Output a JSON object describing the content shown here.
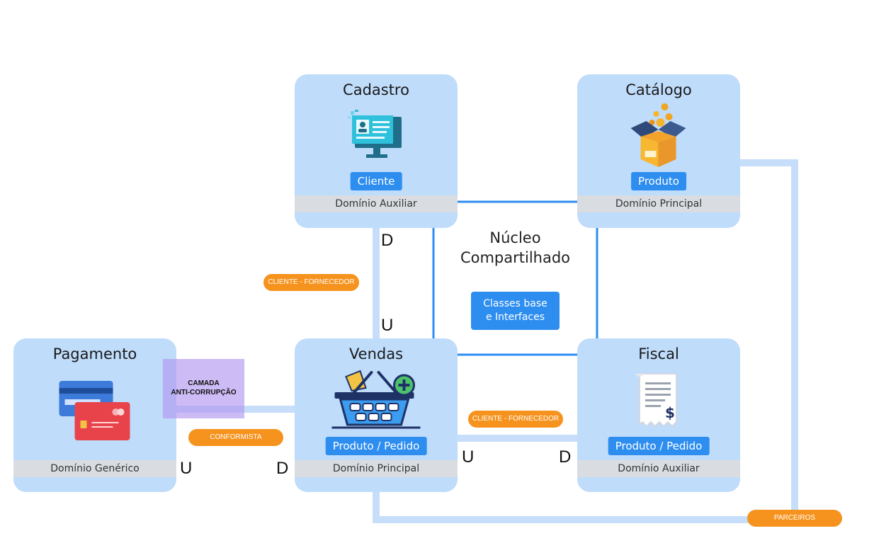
{
  "contexts": {
    "cadastro": {
      "title": "Cadastro",
      "entity": "Cliente",
      "domain": "Domínio Auxiliar"
    },
    "catalogo": {
      "title": "Catálogo",
      "entity": "Produto",
      "domain": "Domínio Principal"
    },
    "pagamento": {
      "title": "Pagamento",
      "entity": "",
      "domain": "Domínio Genérico"
    },
    "vendas": {
      "title": "Vendas",
      "entity": "Produto / Pedido",
      "domain": "Domínio Principal"
    },
    "fiscal": {
      "title": "Fiscal",
      "entity": "Produto / Pedido",
      "domain": "Domínio Auxiliar"
    }
  },
  "shared_kernel": {
    "title_line1": "Núcleo",
    "title_line2": "Compartilhado",
    "box_line1": "Classes base",
    "box_line2": "e Interfaces"
  },
  "relations": {
    "cliente_fornecedor_1": "CLIENTE - FORNECEDOR",
    "cliente_fornecedor_2": "CLIENTE - FORNECEDOR",
    "conformista": "CONFORMISTA",
    "parceiros": "PARCEIROS",
    "acl_line1": "CAMADA",
    "acl_line2": "ANTI-CORRUPÇÃO"
  },
  "markers": {
    "d": "D",
    "u": "U"
  },
  "colors": {
    "card": "#bfdcfb",
    "pill": "#2e8ef0",
    "tag": "#f6931e",
    "line_light": "#c6defa",
    "line_dark": "#2e8ef0",
    "acl": "#b296f0"
  },
  "icons": {
    "cadastro": "computer-profile-icon",
    "catalogo": "open-box-icon",
    "pagamento": "credit-cards-icon",
    "vendas": "shopping-basket-icon",
    "fiscal": "receipt-icon"
  }
}
